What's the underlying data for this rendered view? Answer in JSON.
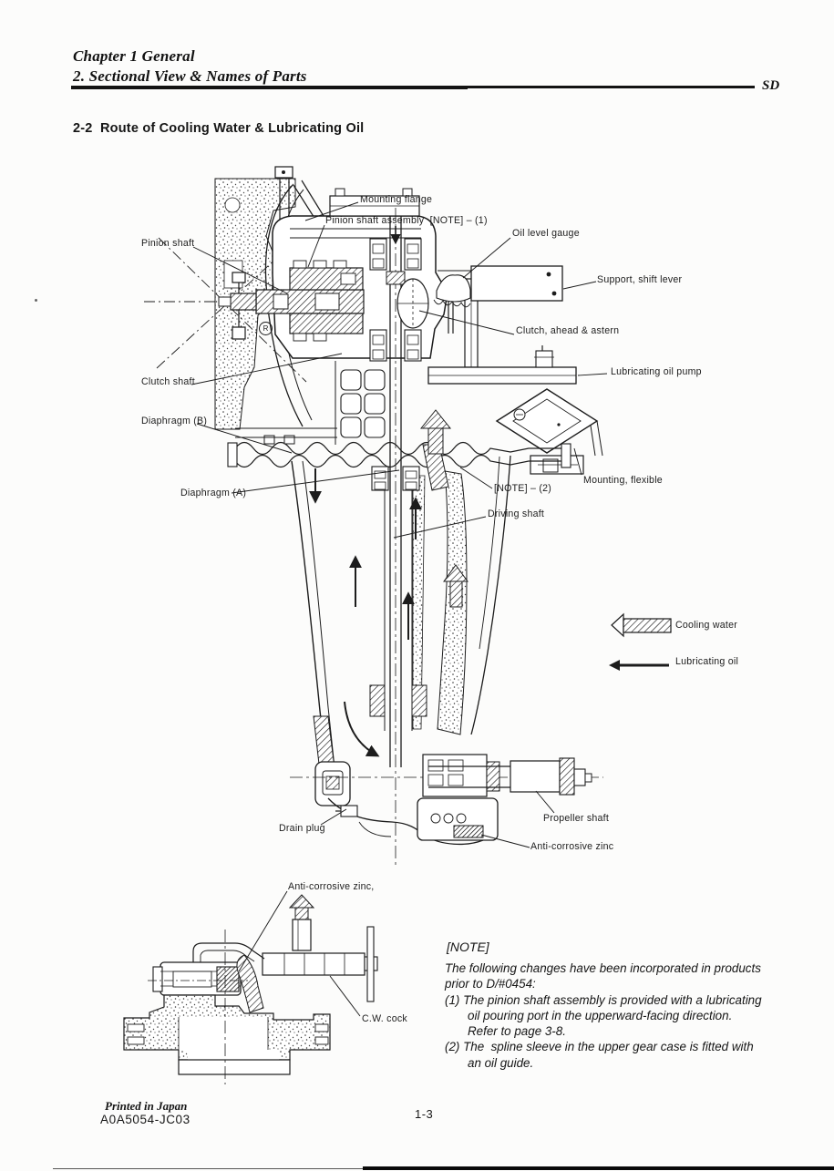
{
  "header": {
    "chapter_line": "Chapter 1 General",
    "section_line": "2. Sectional View & Names of Parts",
    "model_code": "SD"
  },
  "section_title": "2-2  Route of Cooling Water & Lubricating Oil",
  "diagram": {
    "labels": {
      "mounting_flange": "Mounting flange",
      "pinion_shaft_assembly": "Pinion shaft assembly  [NOTE] – (1)",
      "oil_level_gauge": "Oil level gauge",
      "pinion_shaft": "Pinion shaft",
      "support_shift_lever": "Support, shift lever",
      "clutch_ahead_astern": "Clutch, ahead & astern",
      "lubricating_oil_pump": "Lubricating oil pump",
      "clutch_shaft": "Clutch shaft",
      "diaphragm_b": "Diaphragm (B)",
      "mounting_flexible": "Mounting, flexible",
      "diaphragm_a": "Diaphragm (A)",
      "note_2": "[NOTE] – (2)",
      "driving_shaft": "Driving shaft",
      "drain_plug": "Drain plug",
      "propeller_shaft": "Propeller shaft",
      "anti_corrosive_zinc": "Anti-corrosive zinc",
      "r_mark": "R"
    },
    "legend": {
      "cooling_water": "Cooling water",
      "lubricating_oil": "Lubricating oil"
    }
  },
  "small_diagram": {
    "labels": {
      "anti_corrosive_zinc": "Anti-corrosive zinc,",
      "cw_cock": "C.W. cock"
    }
  },
  "note": {
    "title": "[NOTE]",
    "lines": [
      "The following changes have been incorporated in products",
      "prior to D/#0454:",
      "(1) The pinion shaft assembly is provided with a lubricating",
      "oil pouring port in the upperward-facing direction.",
      "Refer to page 3-8.",
      "(2) The  spline sleeve in the upper gear case is fitted with",
      "an oil guide."
    ]
  },
  "footer": {
    "printed_in": "Printed in Japan",
    "doc_code": "A0A5054-JC03",
    "page_number": "1-3"
  }
}
